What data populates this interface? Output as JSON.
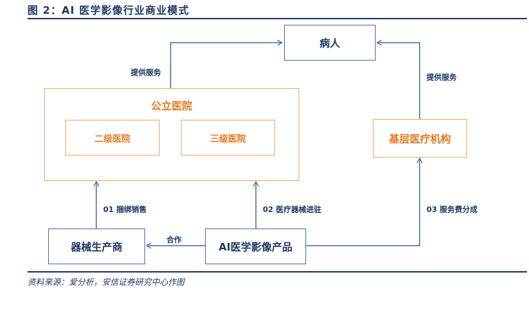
{
  "figure": {
    "title": "图 2：AI 医学影像行业商业模式",
    "source": "资料来源：爱分析，安信证券研究中心作图"
  },
  "nodes": {
    "patient": "病人",
    "public_hospital": "公立医院",
    "secondary_hospital": "二级医院",
    "tertiary_hospital": "三级医院",
    "primary_care": "基层医疗机构",
    "device_maker": "器械生产商",
    "ai_product": "AI医学影像产品"
  },
  "edges": {
    "hospital_to_patient": "提供服务",
    "primary_to_patient": "提供服务",
    "maker_to_hospital": "01 捆绑销售",
    "ai_to_hospital": "02 医疗器械进驻",
    "ai_to_primary": "03 服务费分成",
    "ai_to_maker": "合作"
  },
  "colors": {
    "navy": "#1f3864",
    "blue_line": "#4a6fa5",
    "orange": "#e87722",
    "orange_border": "#f4a460"
  }
}
